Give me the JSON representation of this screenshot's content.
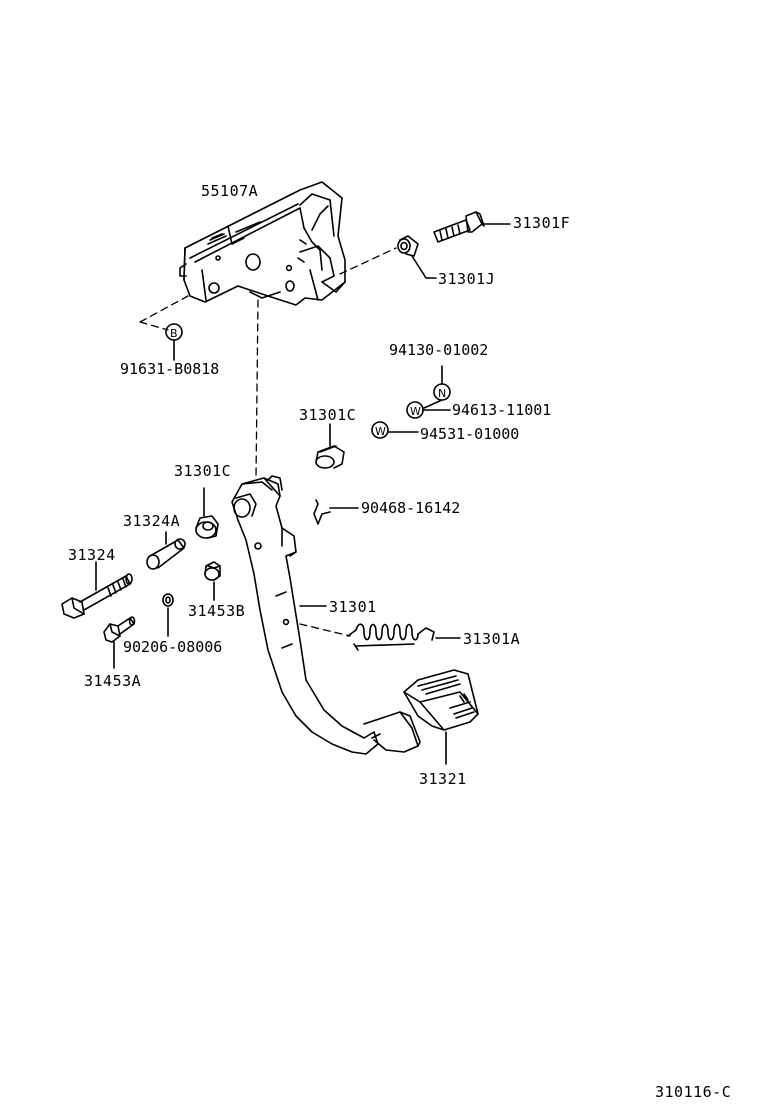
{
  "figure_code": "310116-C",
  "symbols": {
    "b": "B",
    "n": "N",
    "w1": "W",
    "w2": "W"
  },
  "parts": {
    "p55107A": "55107A",
    "p31301F": "31301F",
    "p31301J": "31301J",
    "p91631": "91631-B0818",
    "p94130": "94130-01002",
    "p94613": "94613-11001",
    "p94531": "94531-01000",
    "p31301C_upper": "31301C",
    "p31301C_left": "31301C",
    "p90468": "90468-16142",
    "p31324A": "31324A",
    "p31324": "31324",
    "p31453B": "31453B",
    "p31301": "31301",
    "p90206": "90206-08006",
    "p31301A": "31301A",
    "p31453A": "31453A",
    "p31321": "31321"
  },
  "colors": {
    "ink": "#000000",
    "paper": "#ffffff"
  }
}
